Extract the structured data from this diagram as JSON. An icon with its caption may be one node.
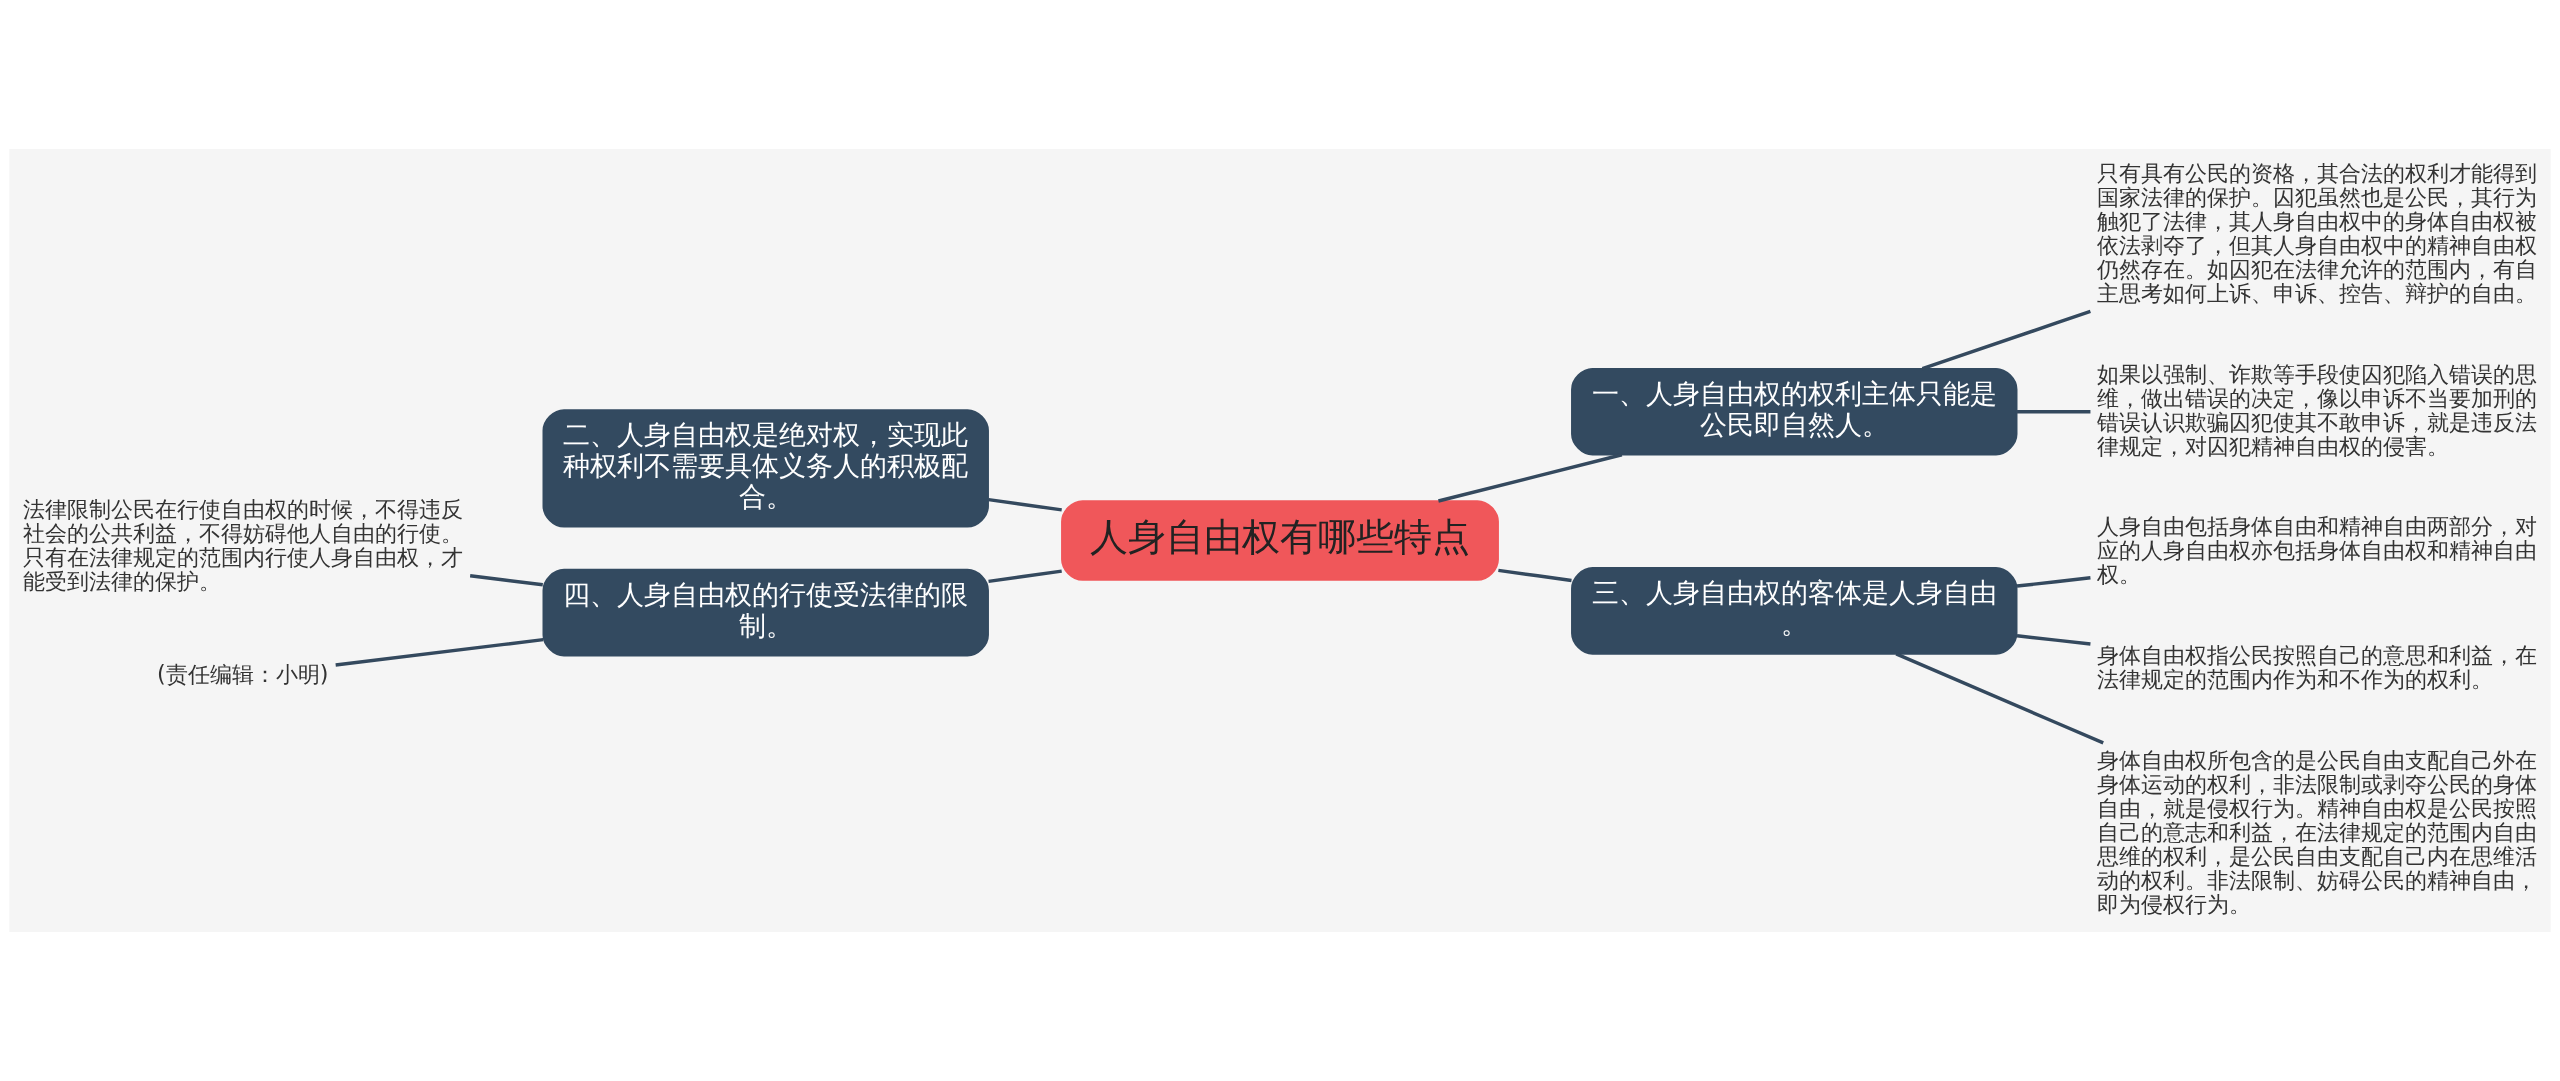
{
  "diagram": {
    "nodes": [
      {
        "text": [
          "人身自由权有哪些特点"
        ]
      },
      {
        "text": [
          "一、人身自由权的权利主体只能是公民即自然人。"
        ]
      },
      {
        "text": [
          "二、人身自由权是绝对权，实现此种权利不需要具体义务人的积极配合。"
        ]
      },
      {
        "text": [
          "三、人身自由权的客体是人身自由。"
        ]
      },
      {
        "text": [
          "四、人身自由权的行使受法律的限制。"
        ]
      },
      {
        "text": [
          "只有具有公民的资格，其合法的权利才能得到国家法律的保护。囚犯虽然也是公民，其行为触犯了法律，其人身自由权中的身体自由权被依法剥夺了，但其人身自由权中的精神自由权仍然存在。如囚犯在法律允许的范围内，有自主思考如何上诉、申诉、控告、辩护的自由。"
        ]
      },
      {
        "text": [
          "如果以强制、诈欺等手段使囚犯陷入错误的思维，做出错误的决定，像以申诉不当要加刑的错误认识欺骗囚犯使其不敢申诉，就是违反法律规定，对囚犯精神自由权的侵害。"
        ]
      },
      {
        "text": [
          "人身自由包括身体自由和精神自由两部分，对应的人身自由权亦包括身体自由权和精神自由权。"
        ]
      },
      {
        "text": [
          "身体自由权指公民按照自己的意思和利益，在法律规定的范围内作为和不作为的权利。"
        ]
      },
      {
        "text": [
          "身体自由权所包含的是公民自由支配自己外在身体运动的权利，非法限制或剥夺公民的身体自由，就是侵权行为。精神自由权是公民按照自己的意志和利益，在法律规定的范围内自由思维的权利，是公民自由支配自己内在思维活动的权利。非法限制、妨碍公民的精神自由，即为侵权行为。"
        ]
      },
      {
        "text": [
          "法律限制公民在行使自由权的时候，不得违反社会的公共利益，不得妨碍他人自由的行使。只有在法律规定的范围内行使人身自由权，才能受到法律的保护。"
        ]
      },
      {
        "text": [
          "(责任编辑：小明)"
        ]
      }
    ],
    "edges": [
      {
        "from": 0,
        "to": 1,
        "arrow": "none"
      },
      {
        "from": 2,
        "to": 0,
        "arrow": "none"
      },
      {
        "from": 0,
        "to": 3,
        "arrow": "none"
      },
      {
        "from": 4,
        "to": 0,
        "arrow": "none"
      },
      {
        "from": 1,
        "to": 5,
        "arrow": "none"
      },
      {
        "from": 1,
        "to": 6,
        "arrow": "none"
      },
      {
        "from": 3,
        "to": 7,
        "arrow": "none"
      },
      {
        "from": 3,
        "to": 8,
        "arrow": "none"
      },
      {
        "from": 3,
        "to": 9,
        "arrow": "none"
      },
      {
        "from": 10,
        "to": 4,
        "arrow": "none"
      },
      {
        "from": 11,
        "to": 4,
        "arrow": "none"
      }
    ]
  }
}
